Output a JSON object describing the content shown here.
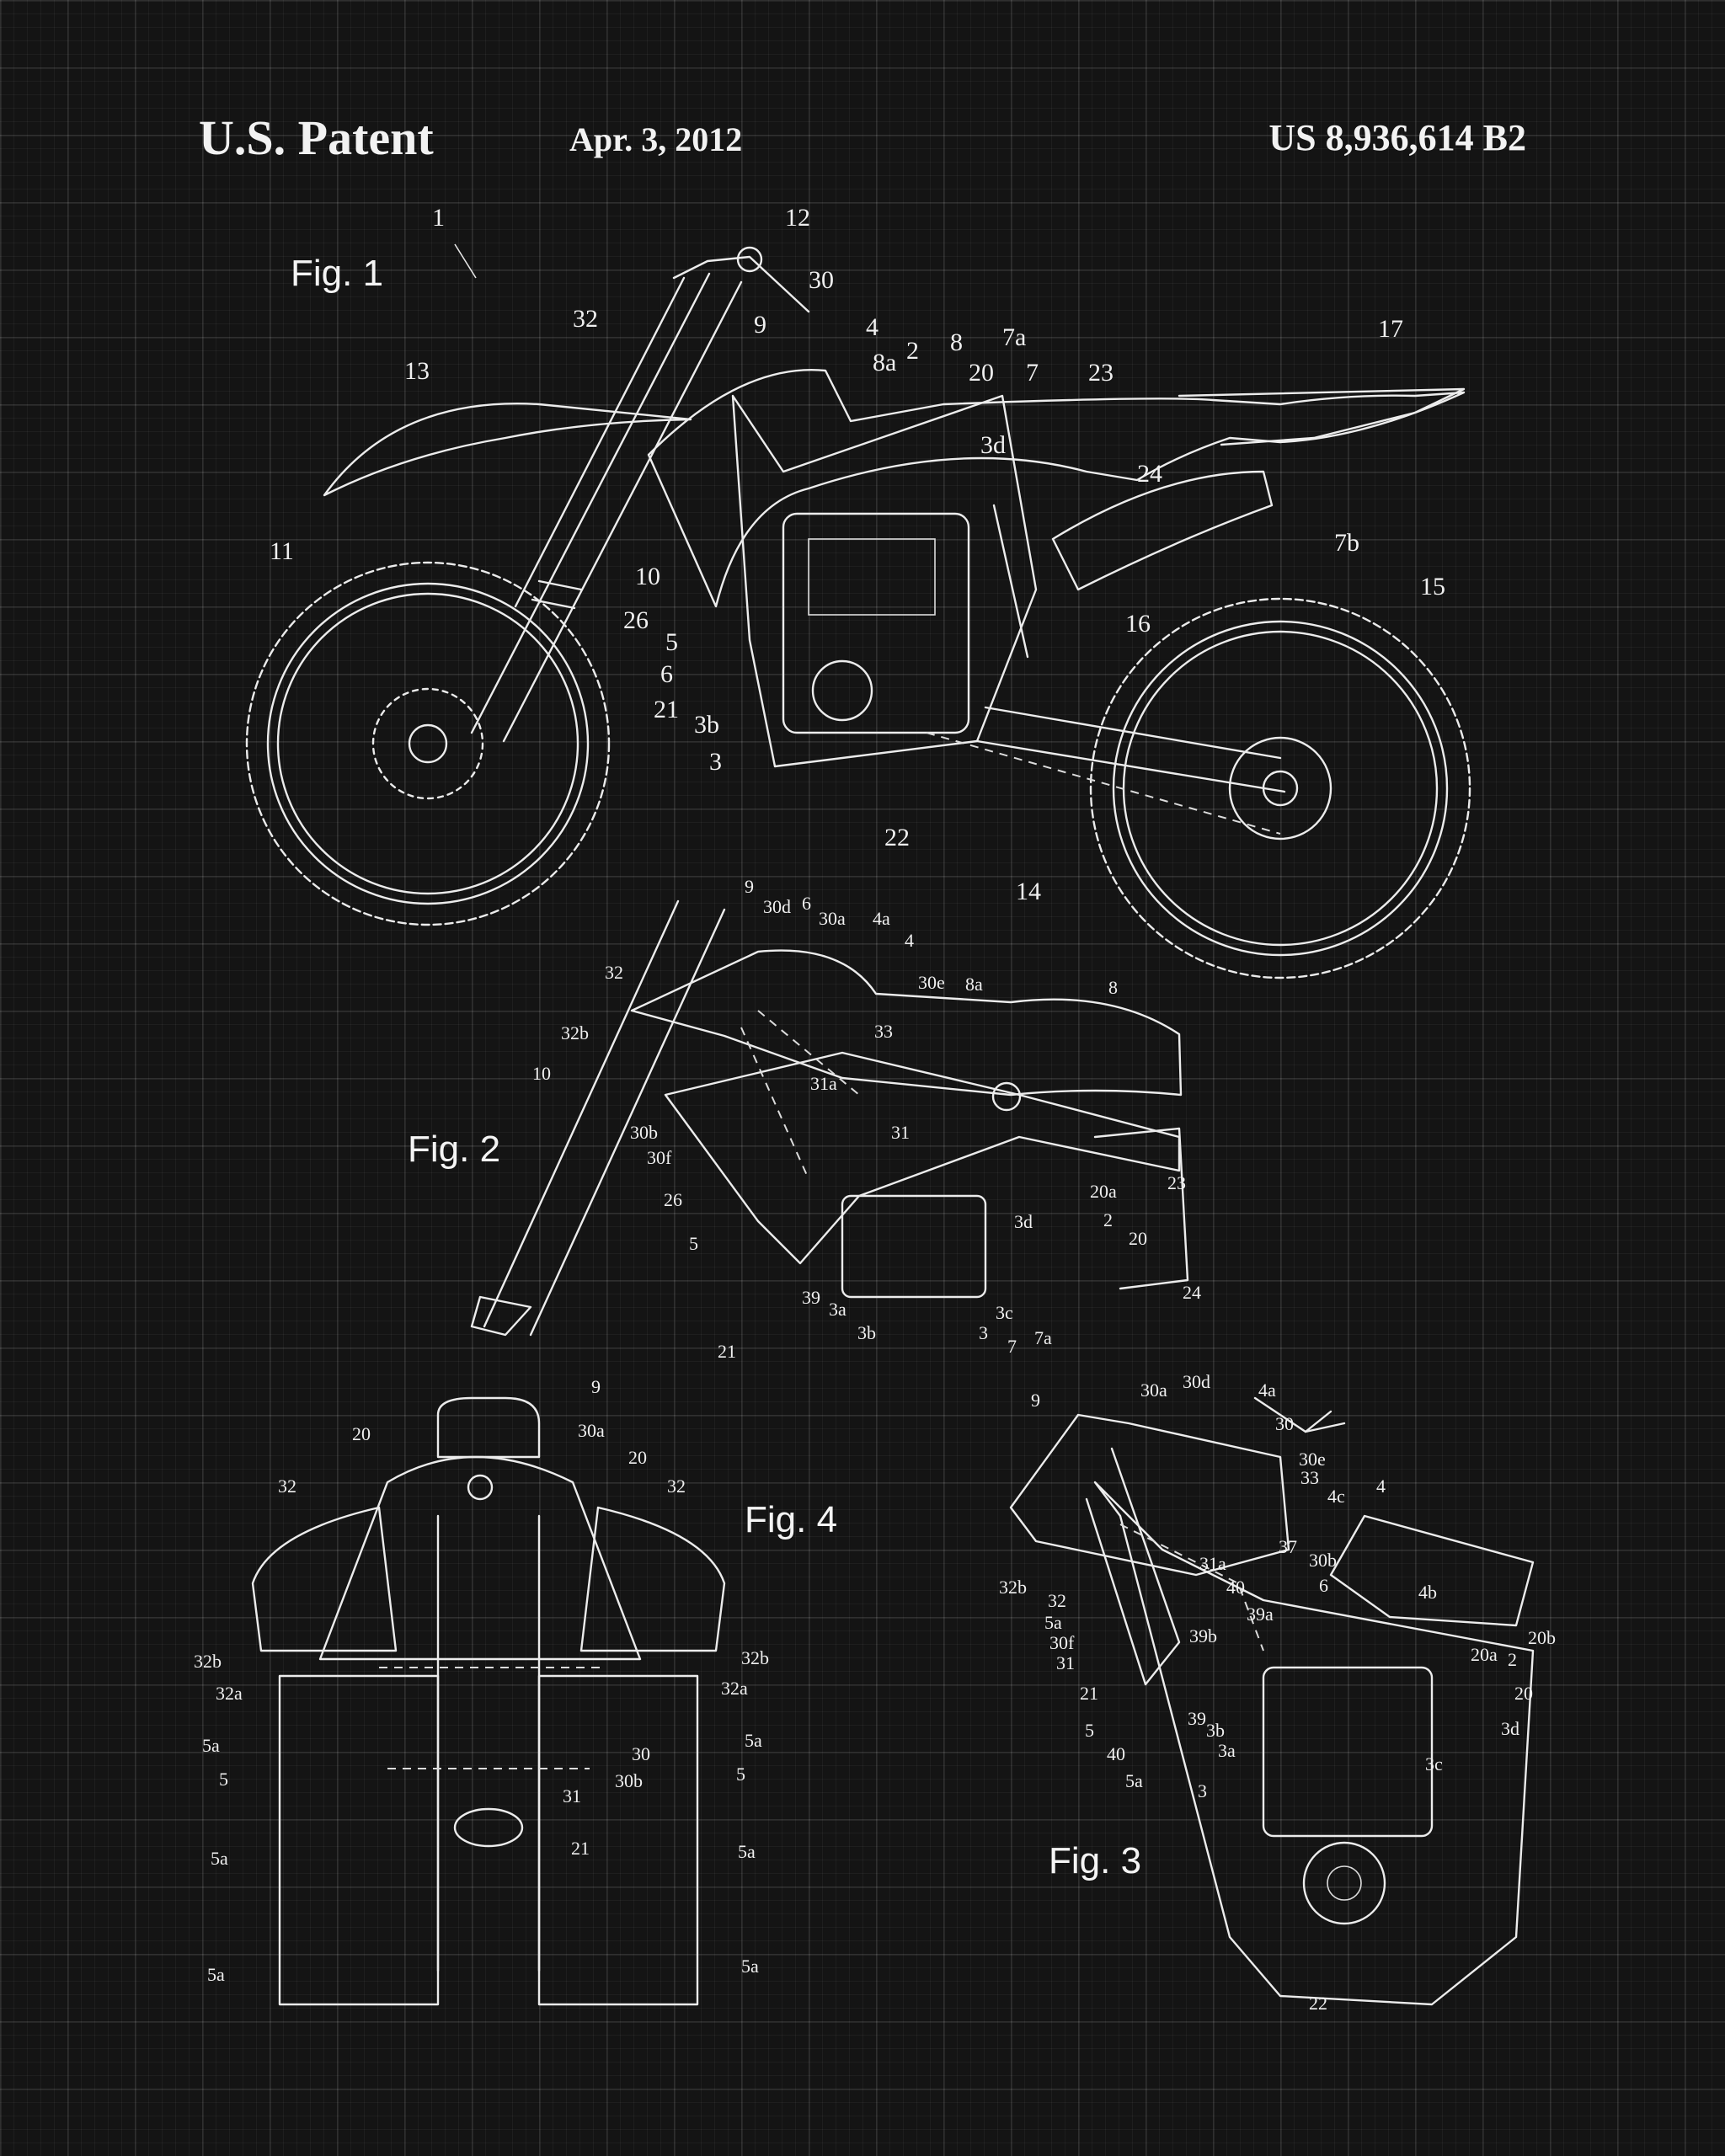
{
  "header": {
    "left": "U.S. Patent",
    "date": "Apr. 3, 2012",
    "number": "US 8,936,614 B2"
  },
  "figures": {
    "fig1": "Fig. 1",
    "fig2": "Fig. 2",
    "fig3": "Fig. 3",
    "fig4": "Fig. 4"
  },
  "fig1_labels": {
    "n1": "1",
    "n12": "12",
    "n30": "30",
    "n32": "32",
    "n9": "9",
    "n4": "4",
    "n2": "2",
    "n8": "8",
    "n7a": "7a",
    "n8a": "8a",
    "n20": "20",
    "n7": "7",
    "n23": "23",
    "n17": "17",
    "n13": "13",
    "n3d": "3d",
    "n24": "24",
    "n7b": "7b",
    "n11": "11",
    "n10": "10",
    "n26": "26",
    "n5": "5",
    "n6": "6",
    "n21": "21",
    "n3b": "3b",
    "n3": "3",
    "n16": "16",
    "n15": "15",
    "n22": "22",
    "n14": "14"
  },
  "fig2_labels": {
    "n9": "9",
    "n30d": "30d",
    "n6": "6",
    "n30a": "30a",
    "n4a": "4a",
    "n4": "4",
    "n32": "32",
    "n30e": "30e",
    "n8a": "8a",
    "n8": "8",
    "n32b": "32b",
    "n33": "33",
    "n10": "10",
    "n31a": "31a",
    "n30b": "30b",
    "n31": "31",
    "n30f": "30f",
    "n20a": "20a",
    "n23": "23",
    "n26": "26",
    "n3d": "3d",
    "n2": "2",
    "n5": "5",
    "n20": "20",
    "n39": "39",
    "n3a": "3a",
    "n3c": "3c",
    "n24": "24",
    "n3b": "3b",
    "n3": "3",
    "n7a": "7a",
    "n7": "7",
    "n21": "21"
  },
  "fig3_labels": {
    "n9": "9",
    "n30a": "30a",
    "n30d": "30d",
    "n4a": "4a",
    "n30": "30",
    "n30e": "30e",
    "n33": "33",
    "n4c": "4c",
    "n4": "4",
    "n32b": "32b",
    "n32": "32",
    "n31a": "31a",
    "n37": "37",
    "n30b": "30b",
    "n40": "40",
    "n6": "6",
    "n5a": "5a",
    "n39a": "39a",
    "n4b": "4b",
    "n30f": "30f",
    "n39b": "39b",
    "n20b": "20b",
    "n31": "31",
    "n20a": "20a",
    "n2": "2",
    "n21": "21",
    "n20": "20",
    "n39": "39",
    "n3d": "3d",
    "n5": "5",
    "n3b": "3b",
    "n3a": "3a",
    "n40b": "40",
    "n3c": "3c",
    "n5a2": "5a",
    "n3": "3",
    "n22": "22"
  },
  "fig4_labels": {
    "n9": "9",
    "n20": "20",
    "n30a": "30a",
    "n20b": "20",
    "n32": "32",
    "n32r": "32",
    "n32b": "32b",
    "n32br": "32b",
    "n32a": "32a",
    "n32ar": "32a",
    "n5a": "5a",
    "n5ar": "5a",
    "n30": "30",
    "n5": "5",
    "n30b": "30b",
    "n5r": "5",
    "n31": "31",
    "n5a2": "5a",
    "n21": "21",
    "n5a2r": "5a",
    "n5a3": "5a",
    "n5a3r": "5a"
  }
}
